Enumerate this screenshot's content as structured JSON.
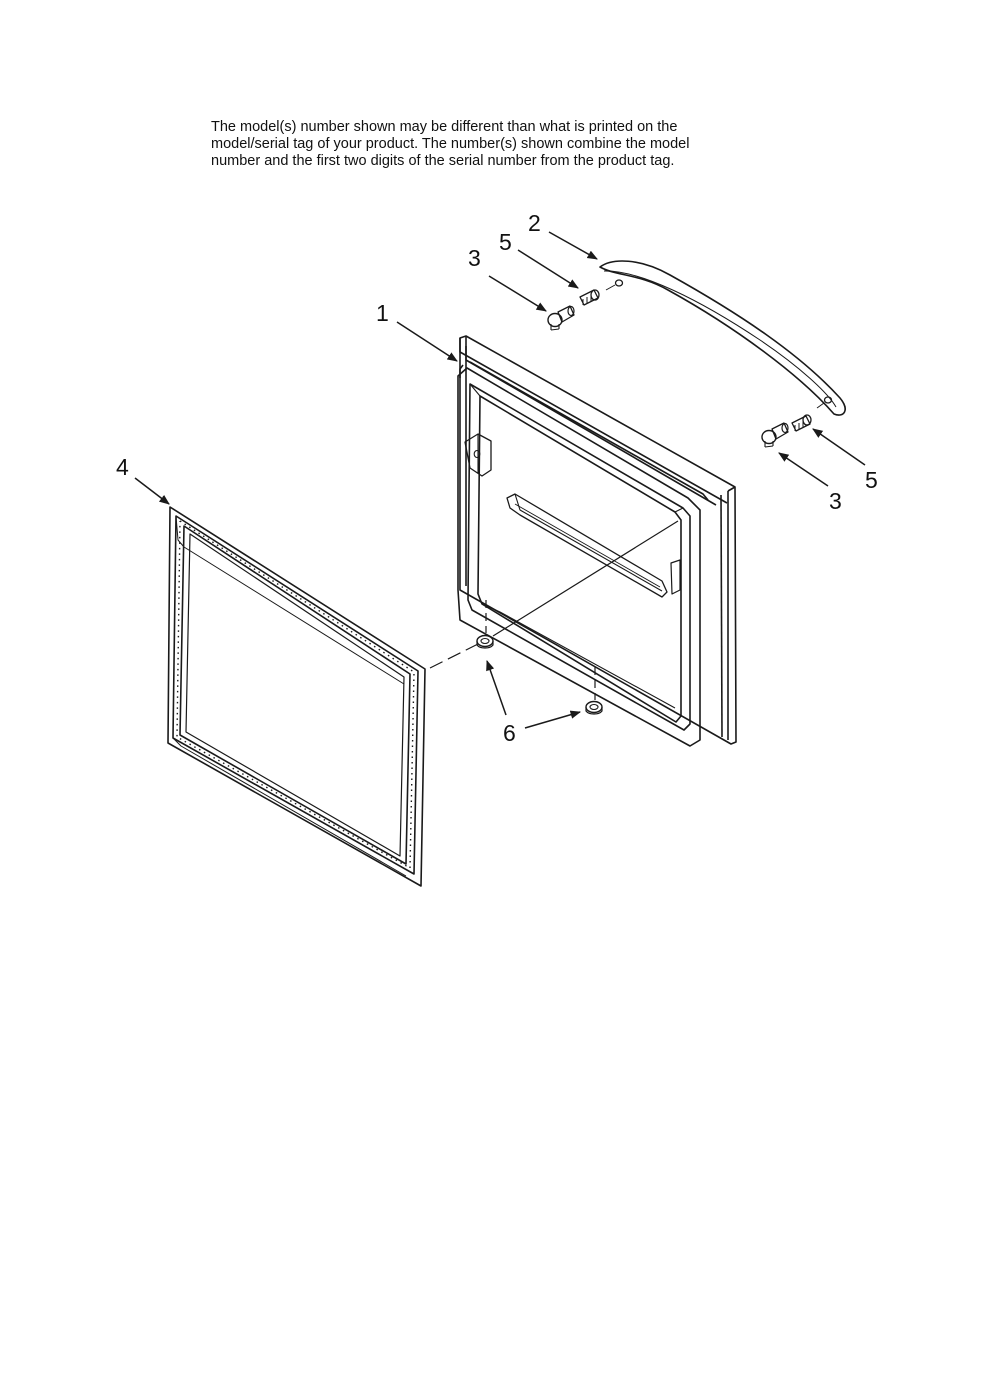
{
  "notice": {
    "lines": [
      "The model(s) number shown may be different than what is printed on the",
      "model/serial tag of your product. The number(s) shown combine the model",
      "number and the first two digits of the serial number from the product tag."
    ]
  },
  "callouts": {
    "door": "1",
    "handle": "2",
    "screw_left": "3",
    "screw_right": "3",
    "shoulder_left": "5",
    "shoulder_right": "5",
    "gasket": "4",
    "bumpers": "6"
  },
  "colors": {
    "line": "#1a1a1a",
    "background": "#ffffff"
  }
}
